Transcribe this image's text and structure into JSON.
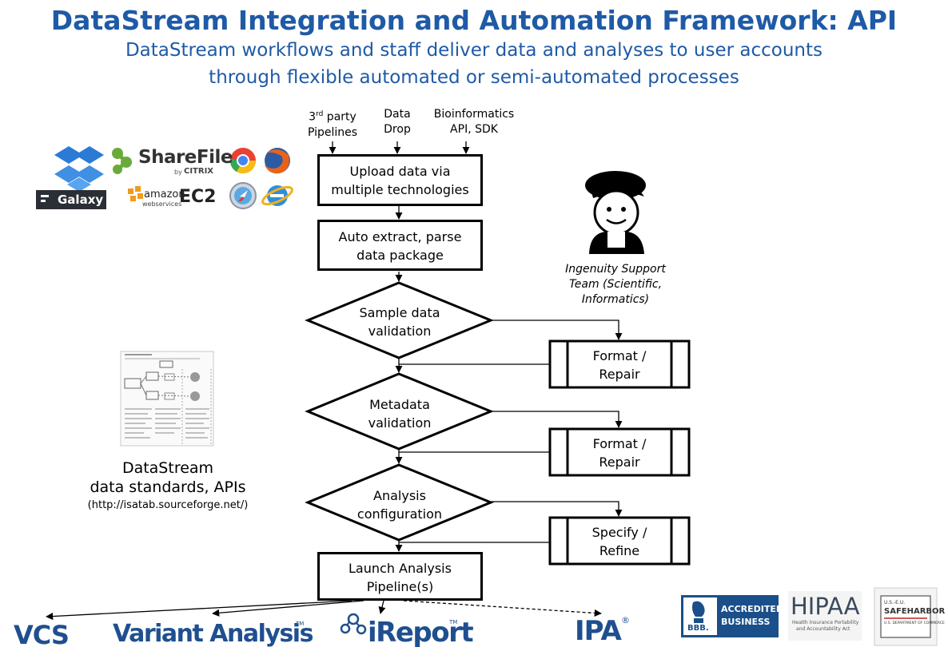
{
  "header": {
    "title": "DataStream Integration and Automation Framework: API",
    "subtitle_line1": "DataStream workflows and staff deliver data and analyses to user accounts",
    "subtitle_line2": "through flexible automated or semi-automated processes"
  },
  "inputs": {
    "third_party_pre": "3",
    "third_party_sup": "rd",
    "third_party_post": " party",
    "third_party_line2": "Pipelines",
    "data_drop_line1": "Data",
    "data_drop_line2": "Drop",
    "bioinf_line1": "Bioinformatics",
    "bioinf_line2": "API, SDK"
  },
  "flow": {
    "upload_line1": "Upload data  via",
    "upload_line2": "multiple technologies",
    "extract_line1": "Auto extract, parse",
    "extract_line2": "data package",
    "sample_line1": "Sample data",
    "sample_line2": "validation",
    "metadata_line1": "Metadata",
    "metadata_line2": "validation",
    "analysis_line1": "Analysis",
    "analysis_line2": "configuration",
    "launch_line1": "Launch Analysis",
    "launch_line2": "Pipeline(s)",
    "format1_line1": "Format /",
    "format1_line2": "Repair",
    "format2_line1": "Format /",
    "format2_line2": "Repair",
    "specify_line1": "Specify /",
    "specify_line2": "Refine"
  },
  "support": {
    "line1": "Ingenuity Support",
    "line2": "Team (Scientific,",
    "line3": "Informatics)"
  },
  "standards": {
    "line1": "DataStream",
    "line2": "data standards, APIs",
    "url": "(http://isatab.sourceforge.net/)"
  },
  "logos": {
    "sharefile": "ShareFile",
    "citrix_by": "by",
    "citrix": "CITRIX",
    "galaxy": "Galaxy",
    "amazon": "amazon",
    "webservices": "webservices",
    "ec2": "EC2"
  },
  "outputs": {
    "vcs": "VCS",
    "variant_analysis": "Variant Analysis",
    "variant_tm": "TM",
    "ireport": "iReport",
    "ireport_tm": "TM",
    "ipa": "IPA",
    "ipa_reg": "®"
  },
  "badges": {
    "bbb_line1": "ACCREDITED",
    "bbb_line2": "BUSINESS",
    "bbb_mark": "BBB.",
    "hipaa": "HIPAA",
    "hipaa_sub1": "Health Insurance Portability",
    "hipaa_sub2": "and Accountability Act",
    "safeharbor_top": "U.S.-E.U.",
    "safeharbor": "SAFEHARBOR",
    "safeharbor_sub": "U.S. DEPARTMENT OF COMMERCE"
  },
  "colors": {
    "title_blue": "#1f5aa6",
    "output_logo_blue": "#1f4f8f",
    "bbb_blue": "#1b4f8a"
  }
}
